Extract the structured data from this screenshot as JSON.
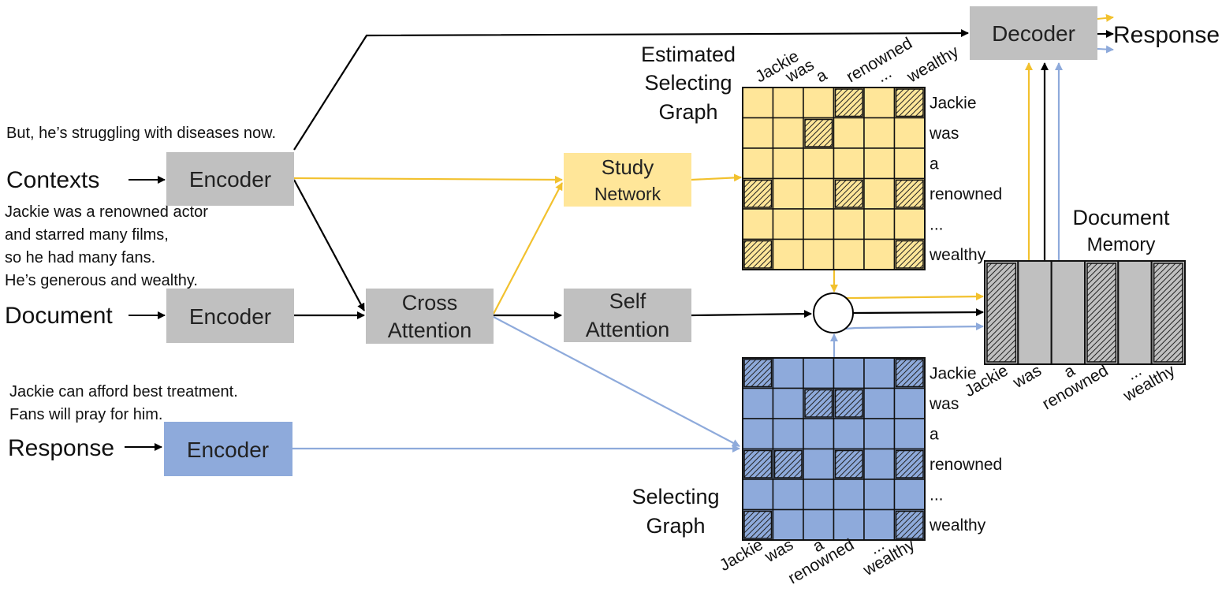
{
  "inputs": {
    "contexts_label": "Contexts",
    "document_label": "Document",
    "response_label": "Response",
    "contexts_text_top": "But, he’s struggling with diseases now.",
    "document_text": [
      "Jackie was a renowned actor",
      "and starred many films,",
      "so he had many fans.",
      "He’s generous and wealthy."
    ],
    "response_text": [
      "Jackie can afford best treatment.",
      "Fans will pray for him."
    ]
  },
  "modules": {
    "encoder": "Encoder",
    "cross_attention": [
      "Cross",
      "Attention"
    ],
    "self_attention": [
      "Self",
      "Attention"
    ],
    "study_network": [
      "Study",
      "Network"
    ],
    "decoder": "Decoder",
    "output_label": "Response",
    "document_memory": [
      "Document",
      "Memory"
    ]
  },
  "graphs": {
    "estimated_title": [
      "Estimated",
      "Selecting",
      "Graph"
    ],
    "selecting_title": [
      "Selecting",
      "Graph"
    ],
    "tokens": [
      "Jackie",
      "was",
      "a",
      "renowned",
      "...",
      "wealthy"
    ],
    "estimated_hatched": [
      [
        0,
        3
      ],
      [
        0,
        5
      ],
      [
        1,
        2
      ],
      [
        3,
        0
      ],
      [
        3,
        3
      ],
      [
        3,
        5
      ],
      [
        5,
        0
      ],
      [
        5,
        5
      ]
    ],
    "selecting_hatched": [
      [
        0,
        0
      ],
      [
        0,
        5
      ],
      [
        1,
        2
      ],
      [
        1,
        3
      ],
      [
        3,
        0
      ],
      [
        3,
        1
      ],
      [
        3,
        3
      ],
      [
        3,
        5
      ],
      [
        5,
        0
      ],
      [
        5,
        5
      ]
    ]
  },
  "memory": {
    "columns": 6,
    "hatched": [
      0,
      3,
      5
    ]
  },
  "colors": {
    "gray_box": "#c0c0c0",
    "yellow": "#ffe699",
    "yellow_arrow": "#f2c12e",
    "blue": "#8eaadb",
    "blue_arrow": "#8eaadb",
    "black": "#000000"
  }
}
